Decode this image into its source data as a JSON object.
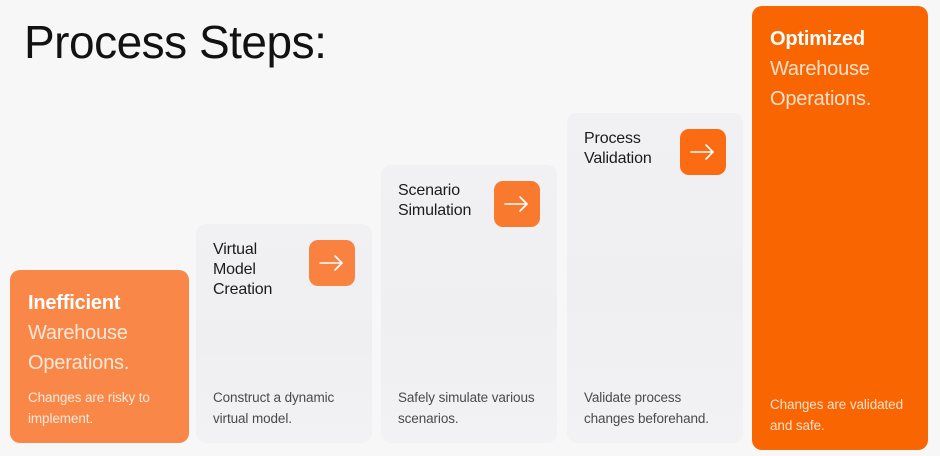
{
  "page": {
    "title": "Process Steps:",
    "background_color": "#F7F7F7"
  },
  "colors": {
    "accent_start": "#F98848",
    "accent_end": "#F96500",
    "card_grey": "#F0F0F2",
    "title_text": "#121212",
    "body_text": "#4A4A4C"
  },
  "cards": [
    {
      "kind": "accent",
      "title_strong": "Inefficient",
      "title_soft_line1": "Warehouse",
      "title_soft_line2": "Operations.",
      "body_line1": "Changes are risky to",
      "body_line2": "implement.",
      "color": "#F98848",
      "has_arrow": false
    },
    {
      "kind": "neutral",
      "title_line1": "Virtual Model",
      "title_line2": "Creation",
      "body_line1": "Construct a dynamic",
      "body_line2": "virtual model.",
      "arrow_color": "#F98240",
      "arrow_icon": "arrow-right-icon",
      "has_arrow": true
    },
    {
      "kind": "neutral",
      "title_line1": "Scenario",
      "title_line2": "Simulation",
      "body_line1": "Safely simulate various",
      "body_line2": "scenarios.",
      "arrow_color": "#F97A2E",
      "arrow_icon": "arrow-right-icon",
      "has_arrow": true
    },
    {
      "kind": "neutral",
      "title_line1": "Process",
      "title_line2": "Validation",
      "body_line1": "Validate process",
      "body_line2": "changes beforehand.",
      "arrow_color": "#FB6B11",
      "arrow_icon": "arrow-right-icon",
      "has_arrow": true
    },
    {
      "kind": "accent",
      "title_strong": "Optimized",
      "title_soft_line1": "Warehouse",
      "title_soft_line2": "Operations.",
      "body_line1": "Changes are validated",
      "body_line2": "and safe.",
      "color": "#F96500",
      "has_arrow": false
    }
  ]
}
